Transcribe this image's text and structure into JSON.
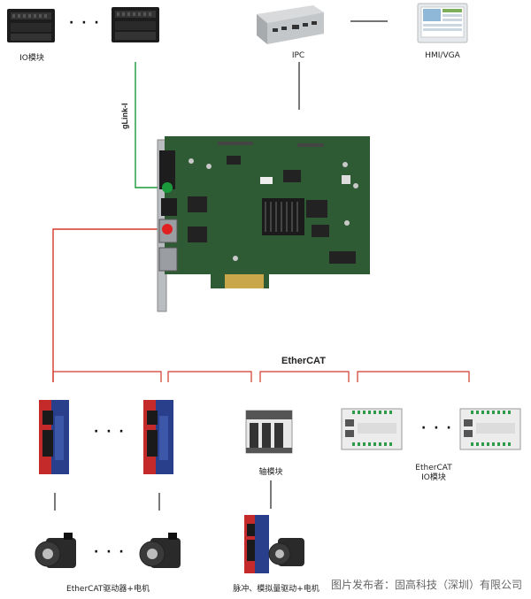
{
  "top": {
    "io_module_label": "IO模块",
    "ipc_label": "IPC",
    "hmi_label": "HMI/VGA",
    "glink_label": "gLink-I",
    "ellipsis": "· · ·"
  },
  "ethercat": {
    "title": "EtherCAT",
    "axis_module_label": "轴模块",
    "io_module_label_line1": "EtherCAT",
    "io_module_label_line2": "IO模块",
    "ellipsis": "· · ·"
  },
  "bottom": {
    "drive_motor_label": "EtherCAT驱动器+电机",
    "pulse_label": "脉冲、模拟量驱动+电机",
    "ellipsis": "· · ·"
  },
  "colors": {
    "glink_line": "#1a9a3a",
    "ethercat_line": "#d23a2a",
    "pcb": "#2e5a34",
    "drive_blue": "#2a3f8c",
    "drive_red": "#c52a2a"
  },
  "watermark": "图片发布者：固高科技（深圳）有限公司"
}
